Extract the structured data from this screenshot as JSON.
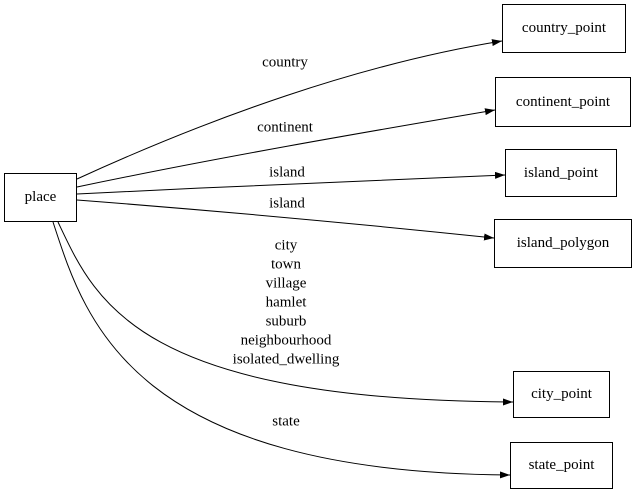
{
  "diagram": {
    "type": "directed-graph",
    "background_color": "#ffffff",
    "stroke_color": "#000000",
    "text_color": "#000000",
    "nodes": {
      "place": "place",
      "country_point": "country_point",
      "continent_point": "continent_point",
      "island_point": "island_point",
      "island_polygon": "island_polygon",
      "city_point": "city_point",
      "state_point": "state_point"
    },
    "edges": [
      {
        "from": "place",
        "to": "country_point",
        "label": "country"
      },
      {
        "from": "place",
        "to": "continent_point",
        "label": "continent"
      },
      {
        "from": "place",
        "to": "island_point",
        "label": "island"
      },
      {
        "from": "place",
        "to": "island_polygon",
        "label": "island"
      },
      {
        "from": "place",
        "to": "city_point",
        "label": "city\ntown\nvillage\nhamlet\nsuburb\nneighbourhood\nisolated_dwelling"
      },
      {
        "from": "place",
        "to": "state_point",
        "label": "state"
      }
    ]
  }
}
